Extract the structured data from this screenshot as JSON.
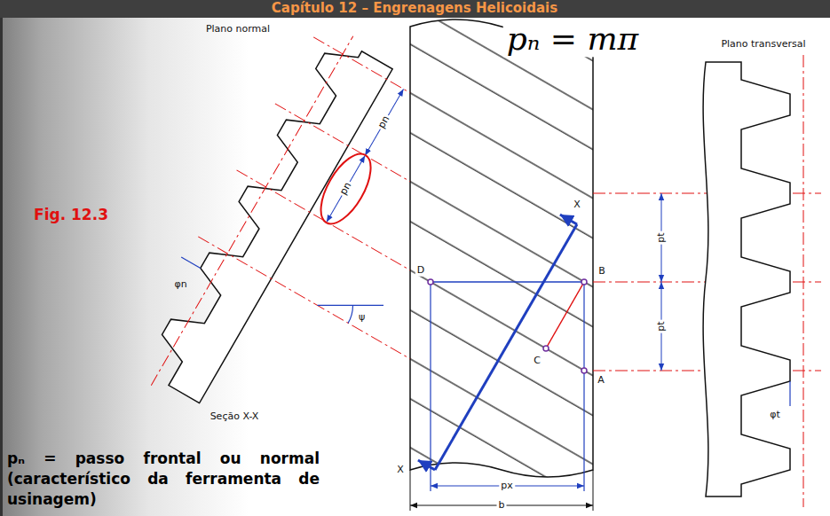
{
  "diagram": {
    "title": "Capítulo 12 – Engrenagens Helicoidais",
    "labels": [
      "Plano normal",
      "pₙ = mπ",
      "Plano transversal",
      "Fig. 12.3",
      "Seção X-X",
      "pₙ = passo frontal ou normal (característico da ferramenta de usinagem)",
      "pn",
      "pn",
      "φn",
      "ψ",
      "X",
      "X",
      "D",
      "B",
      "C",
      "A",
      "pt",
      "pt",
      "φt",
      "px",
      "b"
    ]
  }
}
